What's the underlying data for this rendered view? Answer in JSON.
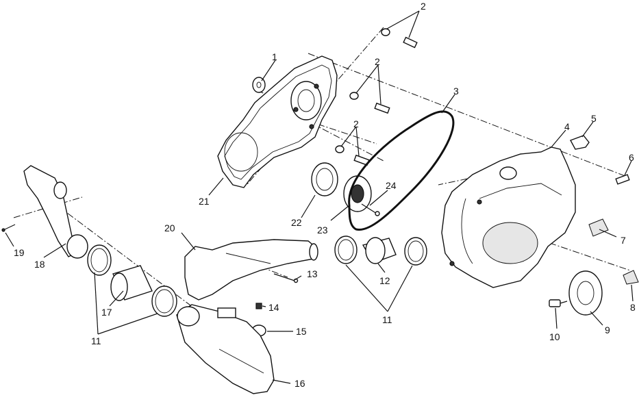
{
  "callouts": {
    "c1": "1",
    "c2a": "2",
    "c2b": "2",
    "c2c": "2",
    "c3": "3",
    "c4": "4",
    "c5": "5",
    "c6": "6",
    "c7": "7",
    "c8": "8",
    "c9": "9",
    "c10": "10",
    "c11a": "11",
    "c11b": "11",
    "c12": "12",
    "c13": "13",
    "c14": "14",
    "c15": "15",
    "c16": "16",
    "c17": "17",
    "c18": "18",
    "c19": "19",
    "c20": "20",
    "c21": "21",
    "c22": "22",
    "c23": "23",
    "c24": "24"
  }
}
